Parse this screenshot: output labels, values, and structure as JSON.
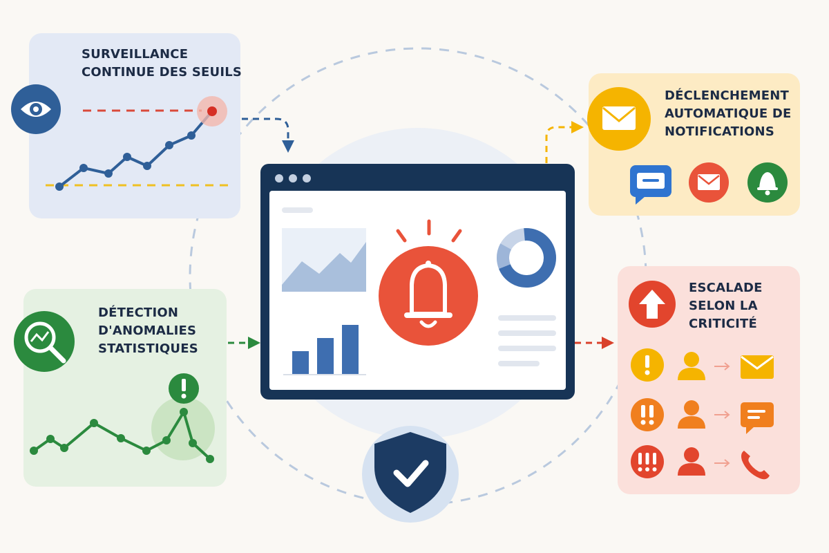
{
  "panels": {
    "threshold": {
      "title_lines": [
        "Surveillance",
        "continue des seuils"
      ],
      "color": "#2f5f98",
      "bg": "#e3e9f5",
      "icon": "eye-icon"
    },
    "anomaly": {
      "title_lines": [
        "Détection",
        "d'anomalies",
        "statistiques"
      ],
      "color": "#2b8a3e",
      "bg": "#e5f1e2",
      "icon": "search-chart-icon"
    },
    "notification": {
      "title_lines": [
        "Déclenchement",
        "automatique de",
        "notifications"
      ],
      "color": "#f5b400",
      "bg": "#fdebc4",
      "icon": "envelope-icon",
      "channels": [
        "chat-bubble-icon",
        "envelope-icon",
        "bell-icon"
      ]
    },
    "escalation": {
      "title_lines": [
        "Escalade",
        "selon la",
        "criticité"
      ],
      "color": "#e2452d",
      "bg": "#fbe0db",
      "icon": "arrow-up-icon",
      "levels": [
        {
          "marker": "!",
          "color": "#f5b400",
          "channel": "envelope-icon"
        },
        {
          "marker": "!!",
          "color": "#f07f1e",
          "channel": "message-icon"
        },
        {
          "marker": "!!!",
          "color": "#e2452d",
          "channel": "phone-icon"
        }
      ]
    }
  },
  "center": {
    "icon": "bell-icon",
    "accent": "#e9533a",
    "frame": "#173456",
    "shield_icon": "shield-check-icon"
  }
}
